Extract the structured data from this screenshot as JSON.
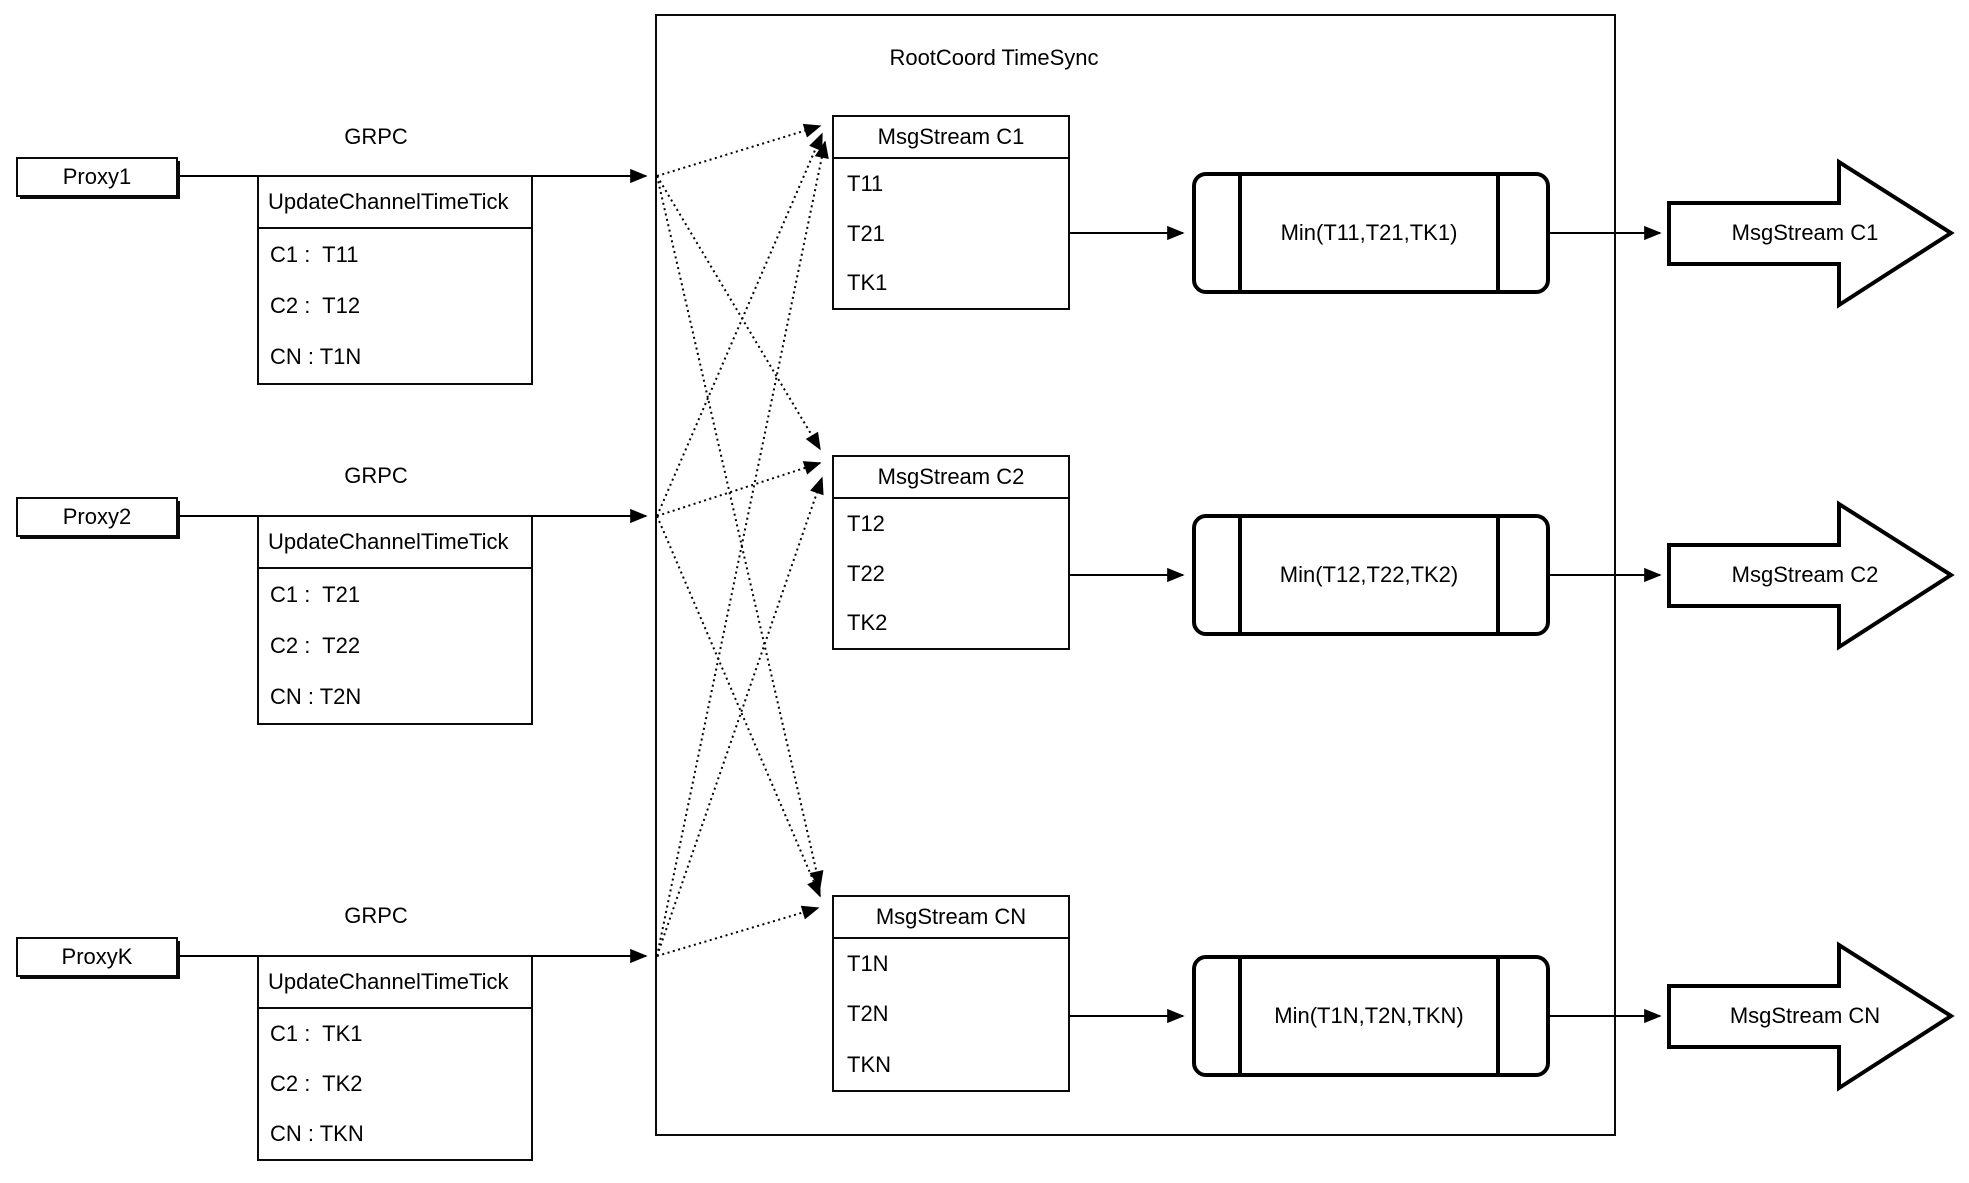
{
  "root_box": {
    "title": "RootCoord TimeSync"
  },
  "proxies": [
    {
      "label": "Proxy1",
      "protocol": "GRPC",
      "table": {
        "header": "UpdateChannelTimeTick",
        "rows": [
          "C1 :  T11",
          "C2 :  T12",
          "CN : T1N"
        ]
      }
    },
    {
      "label": "Proxy2",
      "protocol": "GRPC",
      "table": {
        "header": "UpdateChannelTimeTick",
        "rows": [
          "C1 :  T21",
          "C2 :  T22",
          "CN : T2N"
        ]
      }
    },
    {
      "label": "ProxyK",
      "protocol": "GRPC",
      "table": {
        "header": "UpdateChannelTimeTick",
        "rows": [
          "C1 :  TK1",
          "C2 :  TK2",
          "CN : TKN"
        ]
      }
    }
  ],
  "streams": [
    {
      "header": "MsgStream C1",
      "rows": [
        "T11",
        "T21",
        "TK1"
      ],
      "min_label": "Min(T11,T21,TK1)",
      "output_label": "MsgStream C1"
    },
    {
      "header": "MsgStream C2",
      "rows": [
        "T12",
        "T22",
        "TK2"
      ],
      "min_label": "Min(T12,T22,TK2)",
      "output_label": "MsgStream C2"
    },
    {
      "header": "MsgStream CN",
      "rows": [
        "T1N",
        "T2N",
        "TKN"
      ],
      "min_label": "Min(T1N,T2N,TKN)",
      "output_label": "MsgStream CN"
    }
  ],
  "colors": {
    "stroke": "#000000",
    "background": "#ffffff"
  }
}
